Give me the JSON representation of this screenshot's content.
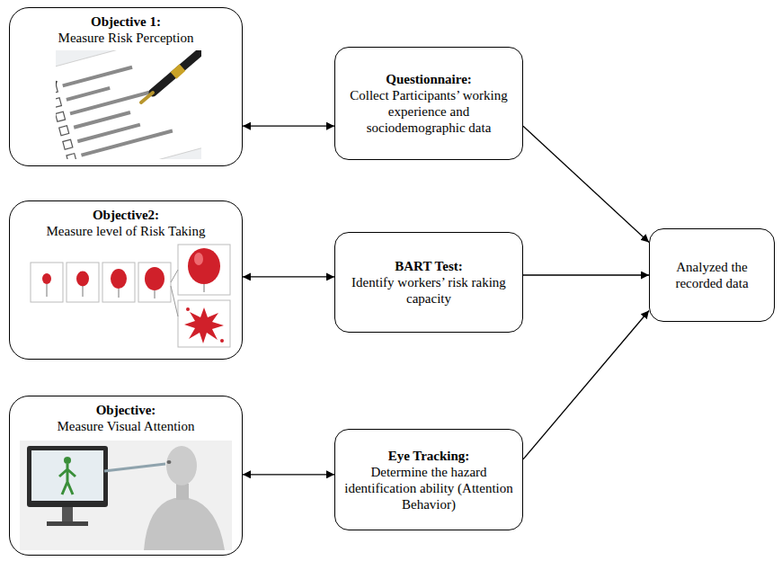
{
  "diagram": {
    "nodes": [
      {
        "text": [
          "Objective 1:",
          "Measure Risk Perception"
        ]
      },
      {
        "text": [
          "Questionnaire:",
          "Collect Participants’ working experience and sociodemographic data"
        ]
      },
      {
        "text": [
          "Objective2:",
          "Measure level of Risk Taking"
        ]
      },
      {
        "text": [
          "BART Test:",
          "Identify workers’ risk raking capacity"
        ]
      },
      {
        "text": [
          "Objective:",
          "Measure Visual Attention"
        ]
      },
      {
        "text": [
          "Eye Tracking:",
          "Determine the hazard identification ability (Attention Behavior)"
        ]
      },
      {
        "text": [
          "Analyzed the recorded data"
        ]
      }
    ],
    "edges": [
      {
        "from": 0,
        "to": 1,
        "arrow": "both"
      },
      {
        "from": 2,
        "to": 3,
        "arrow": "both"
      },
      {
        "from": 4,
        "to": 5,
        "arrow": "both"
      },
      {
        "from": 1,
        "to": 6,
        "arrow": "to"
      },
      {
        "from": 3,
        "to": 6,
        "arrow": "to"
      },
      {
        "from": 5,
        "to": 6,
        "arrow": "to"
      }
    ]
  }
}
